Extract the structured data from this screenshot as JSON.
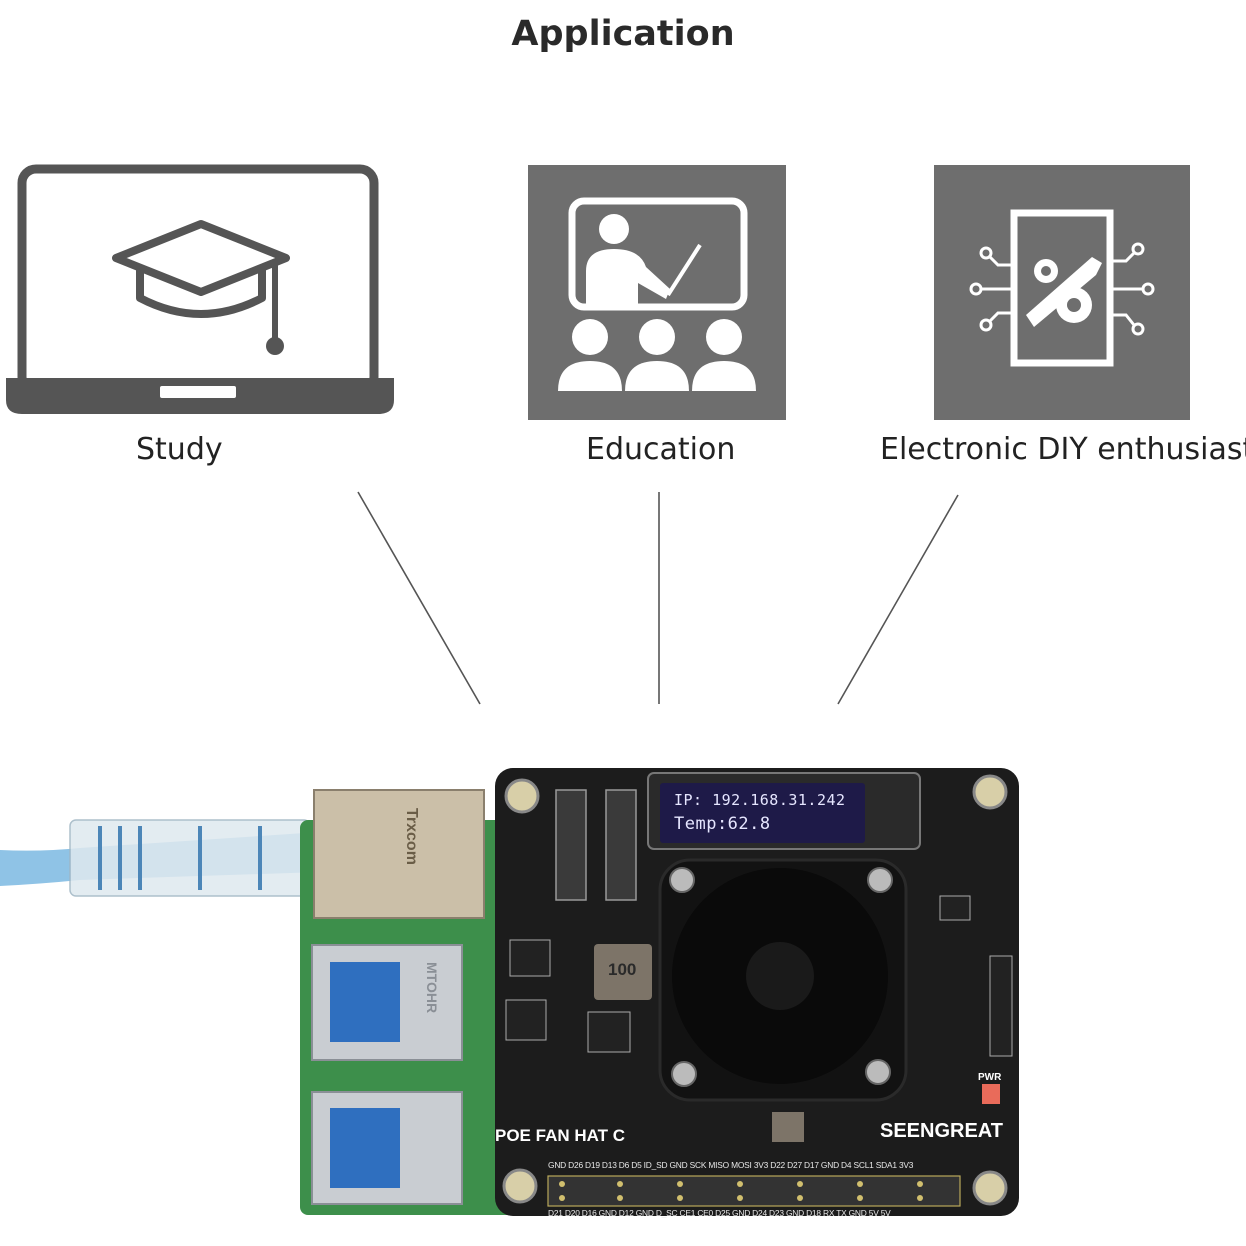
{
  "title": "Application",
  "categories": [
    {
      "label": "Study",
      "icon": "laptop-graduation-cap-icon"
    },
    {
      "label": "Education",
      "icon": "classroom-teacher-icon"
    },
    {
      "label": "Electronic DIY enthusiast",
      "icon": "circuit-gear-wrench-icon"
    }
  ],
  "product": {
    "name": "POE FAN HAT C",
    "brand": "SEENGREAT",
    "oled": {
      "line1": "IP: 192.168.31.242",
      "line2": "Temp:62.8"
    },
    "inductor_mark": "100",
    "pwr_label": "PWR",
    "pins_top": "GND D26 D19 D13 D6 D5 ID_SD GND SCK MISO MOSI 3V3 D22 D27 D17 GND D4 SCL1 SDA1 3V3",
    "pins_bottom": "D21 D20 D16 GND D12 GND D_SC CE1 CE0 D25 GND D24 D23 GND D18 RX TX GND 5V 5V",
    "ethernet_marking": "Trxcom",
    "usb_marking": "MTOHR"
  },
  "colors": {
    "icon_gray": "#6e6e6e",
    "outline_gray": "#555555",
    "board": "#1c1c1c",
    "oled": "#1e1a48",
    "cable": "#8fc3e6"
  }
}
